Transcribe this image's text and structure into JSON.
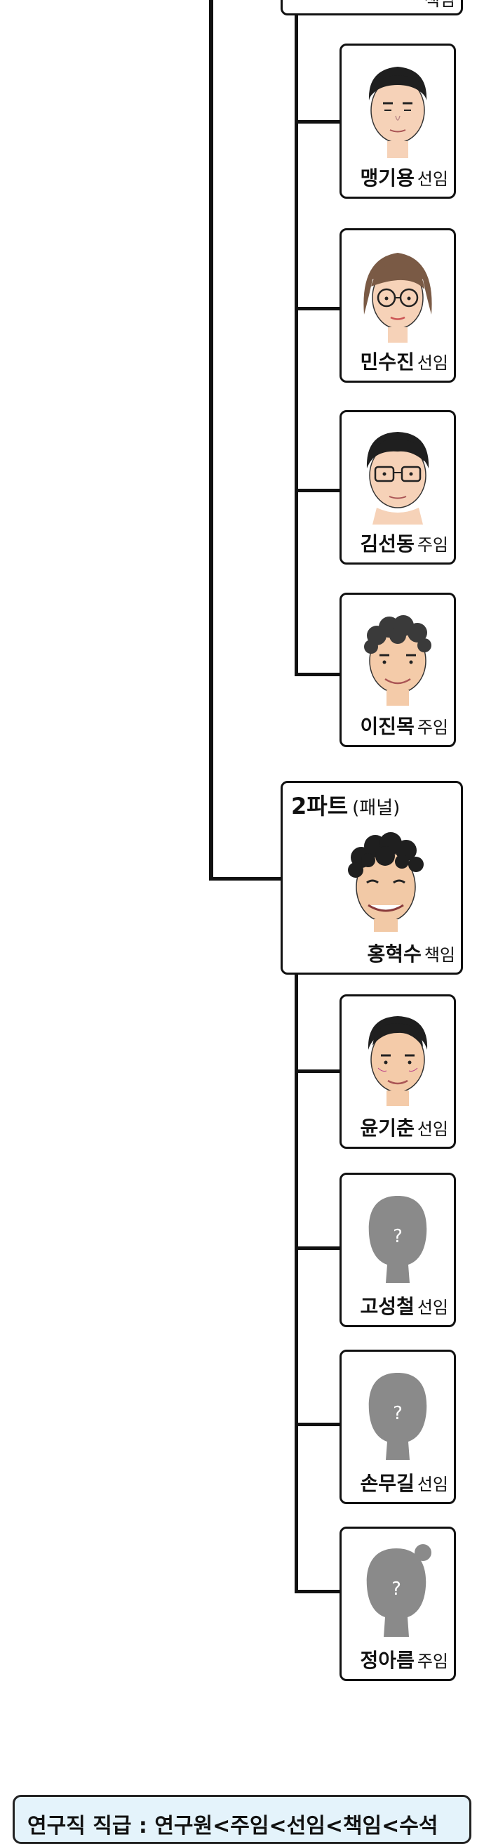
{
  "top_card": {
    "name": "",
    "rank": "책임"
  },
  "part2": {
    "title": "2파트",
    "subtitle": "(패널)",
    "leader_name": "홍혁수",
    "leader_rank": "책임"
  },
  "members": [
    {
      "name": "맹기용",
      "rank": "선임",
      "face": "man-short-hair"
    },
    {
      "name": "민수진",
      "rank": "선임",
      "face": "woman-glasses"
    },
    {
      "name": "김선동",
      "rank": "주임",
      "face": "man-glasses"
    },
    {
      "name": "이진목",
      "rank": "주임",
      "face": "man-curly"
    },
    {
      "name": "윤기춘",
      "rank": "선임",
      "face": "older-man"
    },
    {
      "name": "고성철",
      "rank": "선임",
      "face": "unknown"
    },
    {
      "name": "손무길",
      "rank": "선임",
      "face": "unknown"
    },
    {
      "name": "정아름",
      "rank": "주임",
      "face": "unknown-woman"
    }
  ],
  "legend": {
    "text": "연구직 직급 : 연구원<주임<선임<책임<수석"
  },
  "colors": {
    "skin": "#f6d2b8",
    "hair": "#1f1f1f",
    "silhouette": "#8a8a8a",
    "legend_bg": "#e4f3fb"
  }
}
